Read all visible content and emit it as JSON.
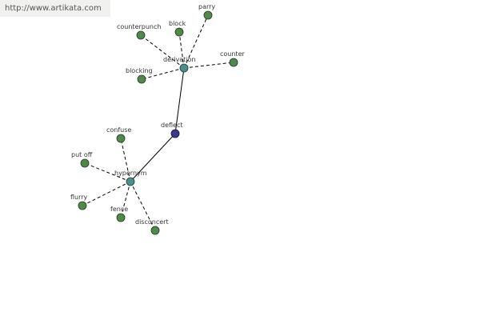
{
  "banner": {
    "url": "http://www.artikata.com"
  },
  "colors": {
    "leaf": "#4f8a4a",
    "hub": "#4a8f8f",
    "center": "#3a3a8c",
    "edge": "#000000"
  },
  "graph": {
    "center": {
      "label": "deflect"
    },
    "hubs": [
      {
        "label": "derivation",
        "children": [
          "parry",
          "block",
          "counterpunch",
          "blocking",
          "counter"
        ]
      },
      {
        "label": "hypernym",
        "children": [
          "confuse",
          "put off",
          "flurry",
          "fence",
          "disconcert"
        ]
      }
    ]
  }
}
